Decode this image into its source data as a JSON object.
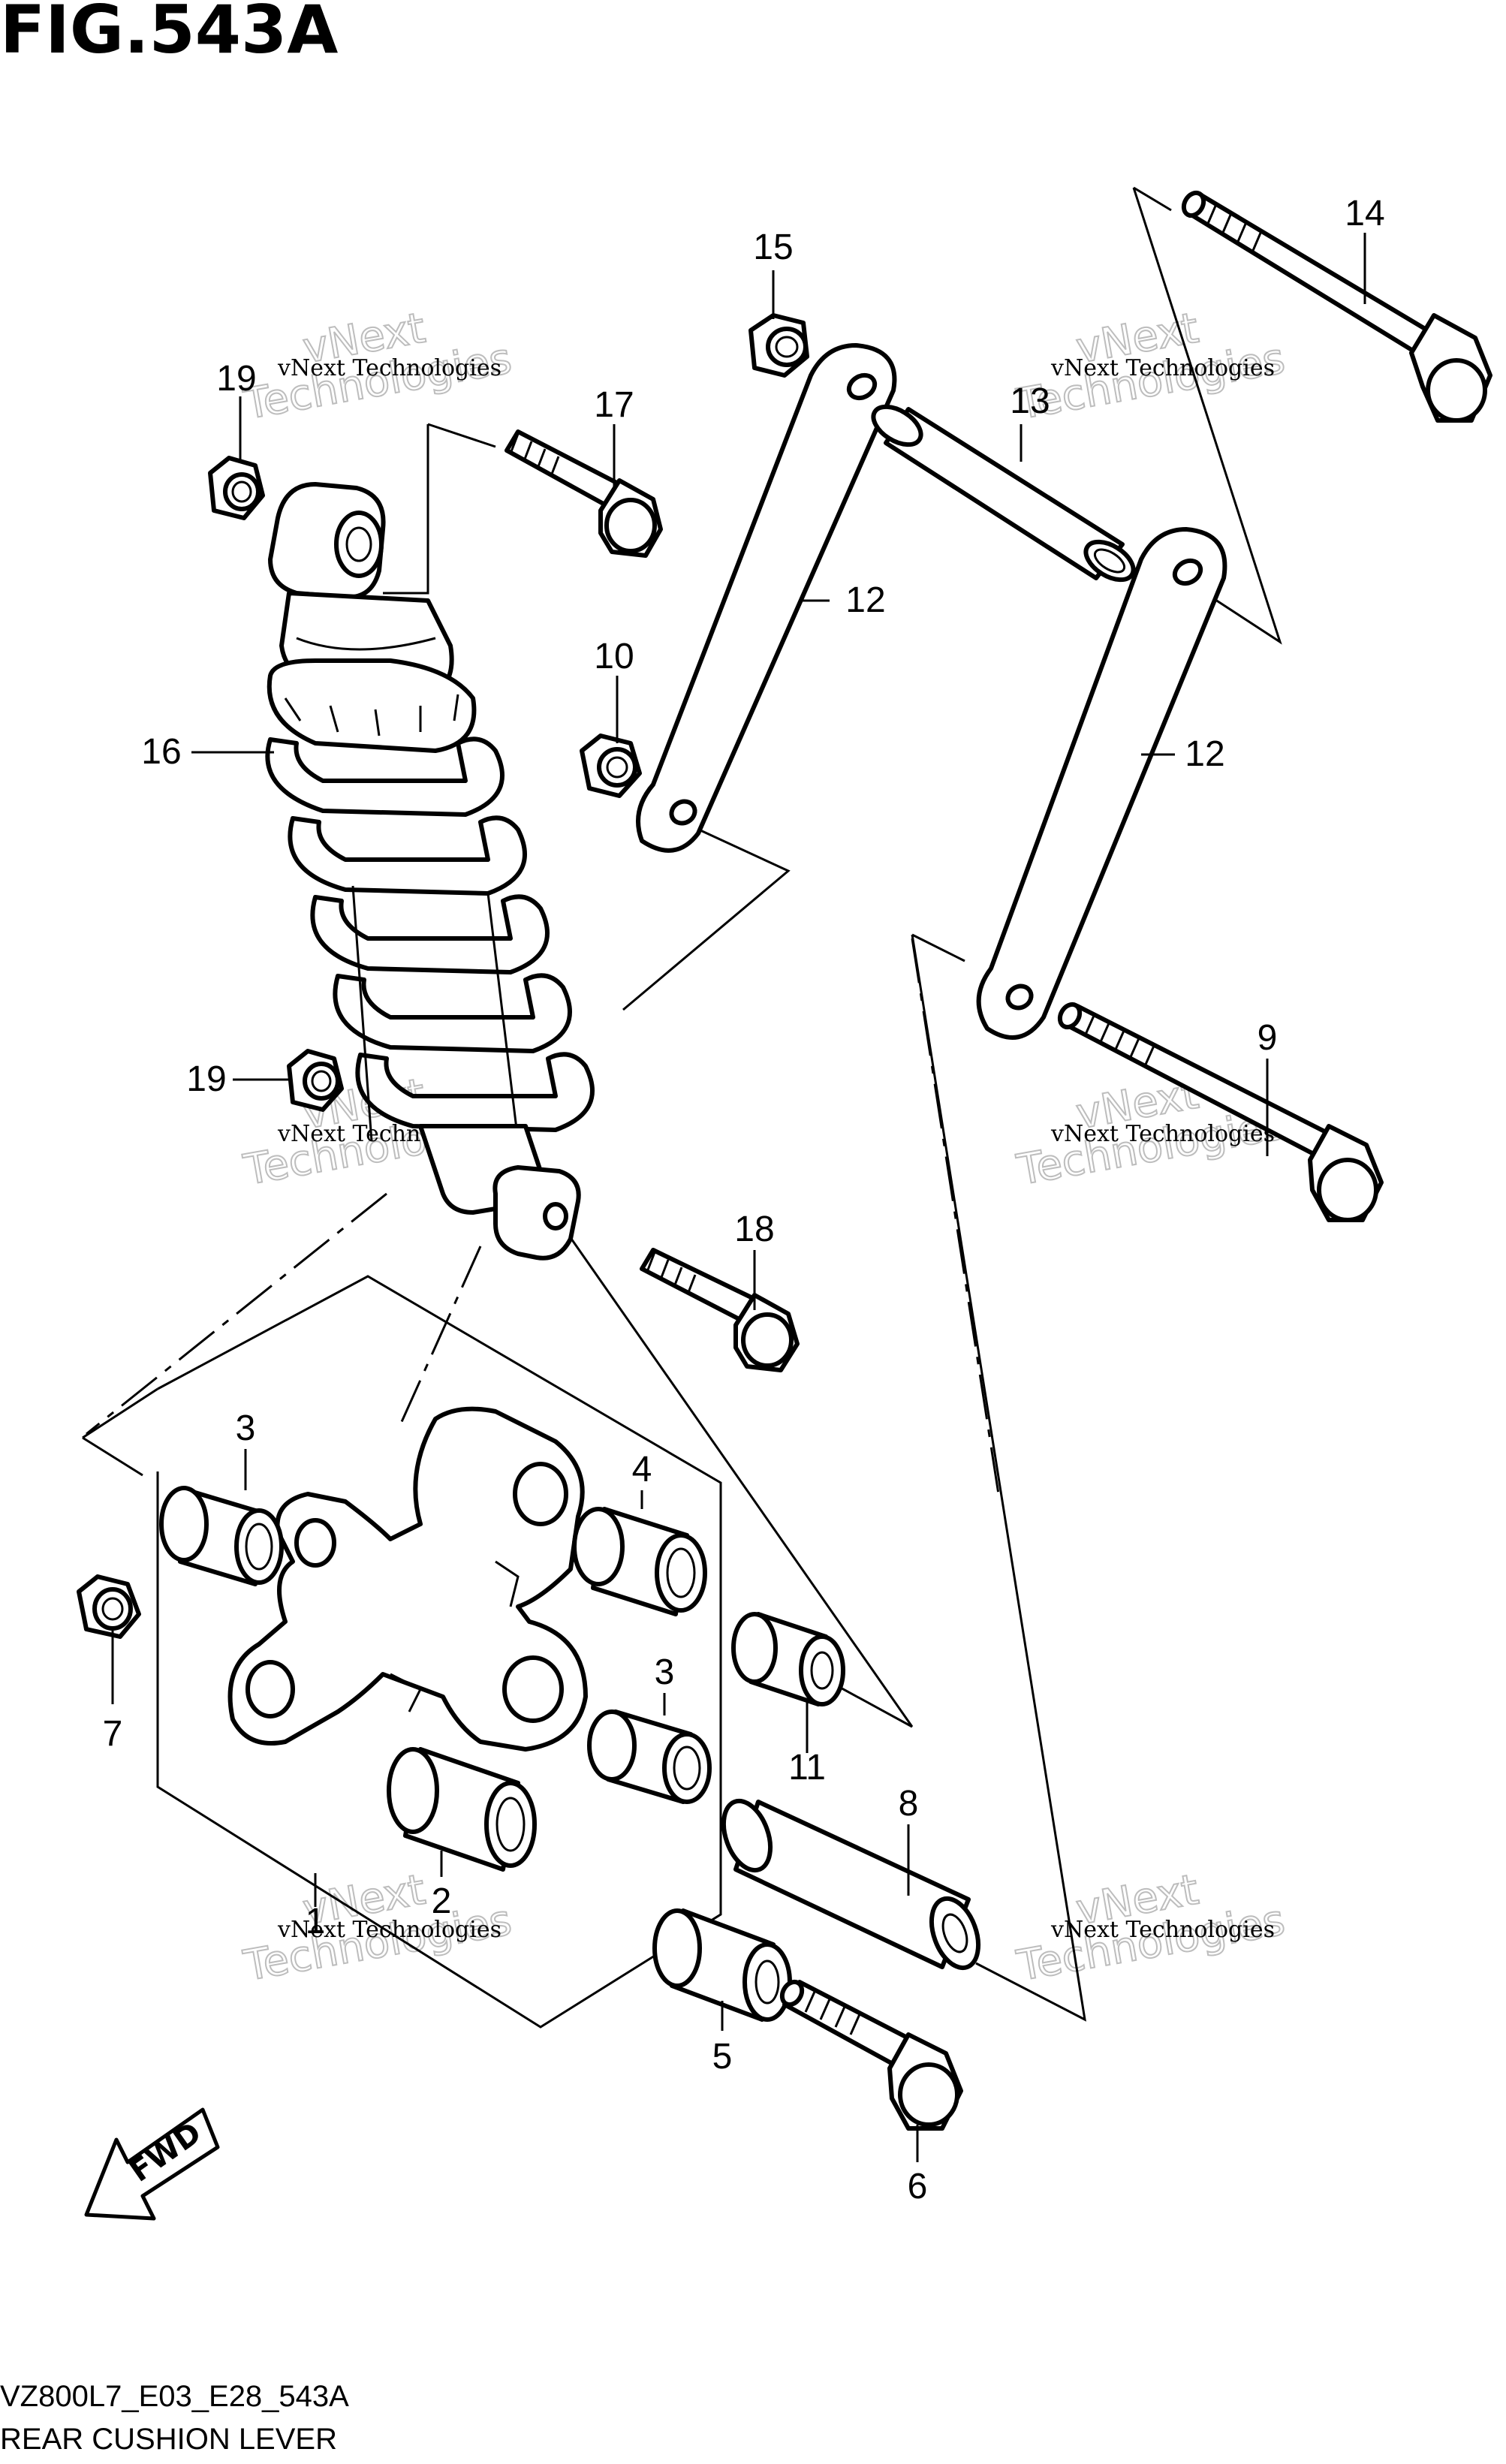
{
  "figure": {
    "title": "FIG.543A",
    "model_code": "VZ800L7_E03_E28_543A",
    "caption": "REAR CUSHION LEVER"
  },
  "fwd_label": "FWD",
  "watermark": {
    "small": "vNext Technologies",
    "big_line1": "vNext",
    "big_line2": "Technologies"
  },
  "callouts": [
    {
      "id": "1",
      "label": "1"
    },
    {
      "id": "2",
      "label": "2"
    },
    {
      "id": "3a",
      "label": "3"
    },
    {
      "id": "3b",
      "label": "3"
    },
    {
      "id": "4",
      "label": "4"
    },
    {
      "id": "5",
      "label": "5"
    },
    {
      "id": "6",
      "label": "6"
    },
    {
      "id": "7",
      "label": "7"
    },
    {
      "id": "8",
      "label": "8"
    },
    {
      "id": "9",
      "label": "9"
    },
    {
      "id": "10",
      "label": "10"
    },
    {
      "id": "11",
      "label": "11"
    },
    {
      "id": "12a",
      "label": "12"
    },
    {
      "id": "12b",
      "label": "12"
    },
    {
      "id": "13",
      "label": "13"
    },
    {
      "id": "14",
      "label": "14"
    },
    {
      "id": "15",
      "label": "15"
    },
    {
      "id": "16",
      "label": "16"
    },
    {
      "id": "17",
      "label": "17"
    },
    {
      "id": "18",
      "label": "18"
    },
    {
      "id": "19a",
      "label": "19"
    },
    {
      "id": "19b",
      "label": "19"
    }
  ]
}
